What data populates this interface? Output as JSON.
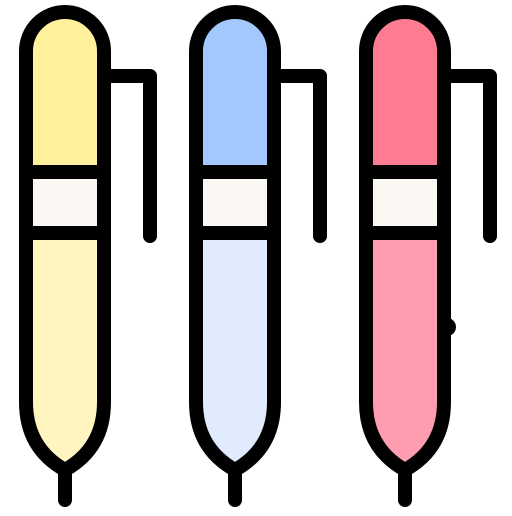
{
  "icon": {
    "name": "pens-icon",
    "pens": [
      {
        "id": "yellow",
        "cap_color": "#fff09b",
        "body_color": "#fff5c0",
        "band_color": "#fbf7f2"
      },
      {
        "id": "blue",
        "cap_color": "#a2c8fd",
        "body_color": "#e0ecfd",
        "band_color": "#fbf7f2"
      },
      {
        "id": "pink",
        "cap_color": "#fe7c92",
        "body_color": "#fe9db0",
        "band_color": "#fbf7f2"
      }
    ],
    "outline_color": "#000000"
  }
}
